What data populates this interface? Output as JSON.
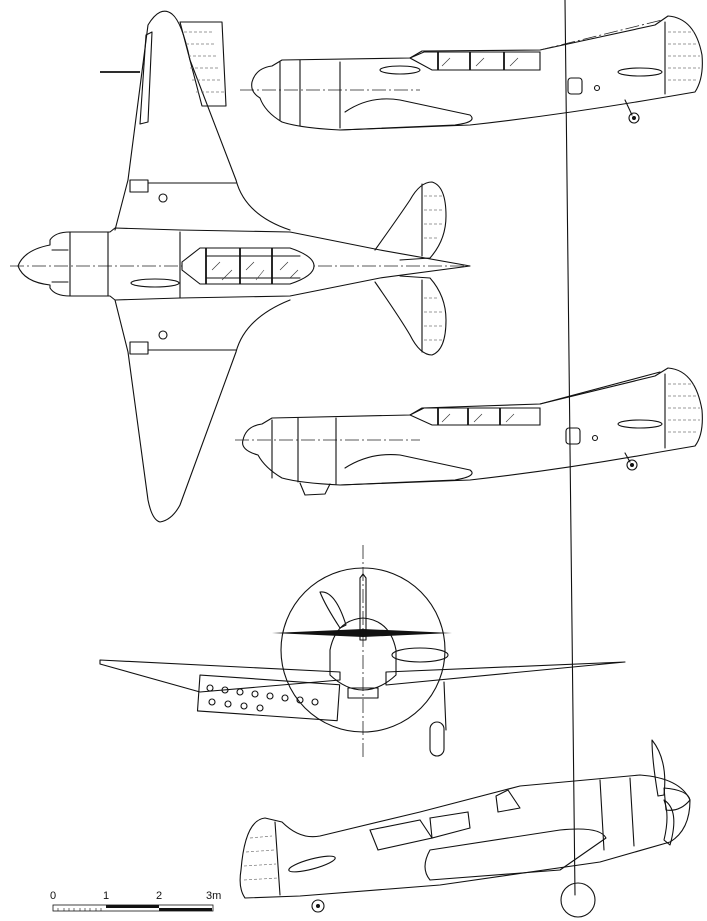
{
  "drawing": {
    "subject": "single-engine piston fighter aircraft, multi-view technical line drawing",
    "views": [
      {
        "id": "side-view-top",
        "label": "Port side profile (variant 1)"
      },
      {
        "id": "plan-view",
        "label": "Top plan view"
      },
      {
        "id": "side-view-middle",
        "label": "Port side profile (variant 2)"
      },
      {
        "id": "front-view",
        "label": "Front view"
      },
      {
        "id": "perspective-view",
        "label": "Three-quarter starboard view"
      }
    ],
    "colors": {
      "line": "#111111",
      "background": "#ffffff",
      "hatch": "#777777"
    }
  },
  "scale_bar": {
    "ticks": [
      "0",
      "1",
      "2",
      "3m"
    ],
    "unit": "m"
  }
}
